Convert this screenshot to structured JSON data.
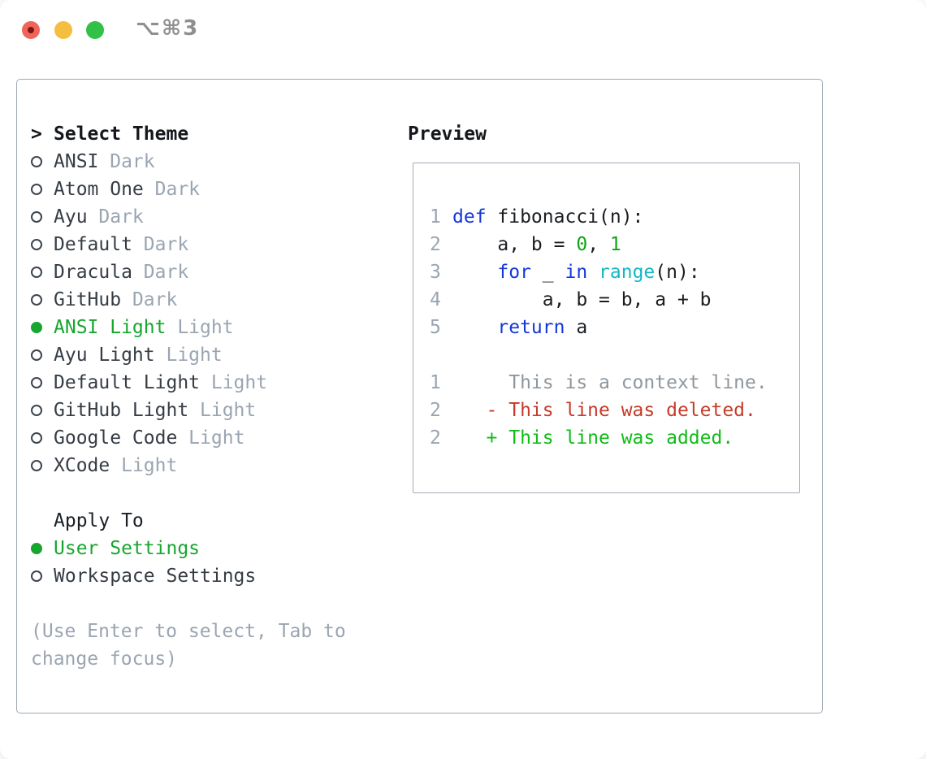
{
  "titlebar": {
    "shortcut_label": "⌥⌘3",
    "traffic_lights": {
      "close": "#ef655a",
      "minimize": "#f6be40",
      "zoom": "#32c146"
    }
  },
  "theme_list": {
    "prompt": ">",
    "header": "Select Theme",
    "items": [
      {
        "name": "ANSI",
        "suffix": "Dark",
        "selected": false
      },
      {
        "name": "Atom One",
        "suffix": "Dark",
        "selected": false
      },
      {
        "name": "Ayu",
        "suffix": "Dark",
        "selected": false
      },
      {
        "name": "Default",
        "suffix": "Dark",
        "selected": false
      },
      {
        "name": "Dracula",
        "suffix": "Dark",
        "selected": false
      },
      {
        "name": "GitHub",
        "suffix": "Dark",
        "selected": false
      },
      {
        "name": "ANSI Light",
        "suffix": "Light",
        "selected": true
      },
      {
        "name": "Ayu Light",
        "suffix": "Light",
        "selected": false
      },
      {
        "name": "Default Light",
        "suffix": "Light",
        "selected": false
      },
      {
        "name": "GitHub Light",
        "suffix": "Light",
        "selected": false
      },
      {
        "name": "Google Code",
        "suffix": "Light",
        "selected": false
      },
      {
        "name": "XCode",
        "suffix": "Light",
        "selected": false
      }
    ],
    "selected_color": "#17a62f"
  },
  "apply_to": {
    "header": "Apply To",
    "options": [
      {
        "label": "User Settings",
        "selected": true
      },
      {
        "label": "Workspace Settings",
        "selected": false
      }
    ]
  },
  "help_text": {
    "line1": "(Use Enter to select, Tab to",
    "line2": "change focus)"
  },
  "preview": {
    "title": "Preview",
    "code_colors": {
      "plain": "#1a1d21",
      "keyword": "#1438d8",
      "builtin": "#12b7c6",
      "literal": "#0da513",
      "context": "#8f979e",
      "deleted": "#c63b28",
      "added": "#0fbd16",
      "lineno": "#9aa5b2"
    },
    "code_lines": [
      {
        "num": "1",
        "segs": [
          [
            "keyword",
            "def"
          ],
          [
            "plain",
            " fibonacci(n):"
          ]
        ]
      },
      {
        "num": "2",
        "segs": [
          [
            "plain",
            "    a, b = "
          ],
          [
            "literal",
            "0"
          ],
          [
            "plain",
            ", "
          ],
          [
            "literal",
            "1"
          ]
        ]
      },
      {
        "num": "3",
        "segs": [
          [
            "plain",
            "    "
          ],
          [
            "keyword",
            "for"
          ],
          [
            "plain",
            " _ "
          ],
          [
            "keyword",
            "in"
          ],
          [
            "plain",
            " "
          ],
          [
            "builtin",
            "range"
          ],
          [
            "plain",
            "(n):"
          ]
        ]
      },
      {
        "num": "4",
        "segs": [
          [
            "plain",
            "        a, b = b, a + b"
          ]
        ]
      },
      {
        "num": "5",
        "segs": [
          [
            "plain",
            "    "
          ],
          [
            "keyword",
            "return"
          ],
          [
            "plain",
            " a"
          ]
        ]
      },
      {
        "num": "",
        "segs": []
      },
      {
        "num": "1",
        "segs": [
          [
            "context",
            "     This is a context line."
          ]
        ]
      },
      {
        "num": "2",
        "segs": [
          [
            "deleted",
            "   - This line was deleted."
          ]
        ]
      },
      {
        "num": "2",
        "segs": [
          [
            "added",
            "   + This line was added."
          ]
        ]
      }
    ]
  }
}
